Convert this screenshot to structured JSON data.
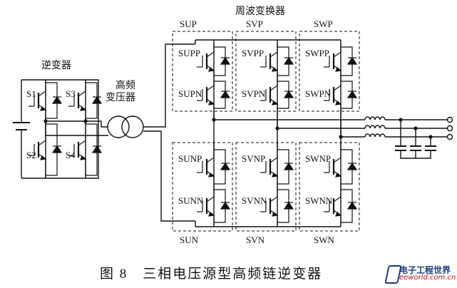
{
  "labels": {
    "inverter": "逆变器",
    "hf_transformer_1": "高频",
    "hf_transformer_2": "变压器",
    "cyclo": "周波变换器",
    "s1": "S1",
    "s2": "S2",
    "s3": "S3",
    "s4": "S4",
    "sup": "SUP",
    "svp": "SVP",
    "swp": "SWP",
    "sun": "SUN",
    "svn": "SVN",
    "swn": "SWN",
    "supp": "SUPP",
    "supn": "SUPN",
    "svpp": "SVPP",
    "svpn": "SVPN",
    "swpp": "SWPP",
    "swpn": "SWPN",
    "sunp": "SUNP",
    "sunn": "SUNN",
    "svnp": "SVNP",
    "svnn": "SVNN",
    "swnp": "SWNP",
    "swnn": "SWNN"
  },
  "caption": "图 8　三相电压源型高频链逆变器",
  "logo": {
    "title": "电子工程世界",
    "site": "eeworld.com.cn"
  },
  "colors": {
    "ink": "#111111",
    "background": "#ffffff"
  }
}
